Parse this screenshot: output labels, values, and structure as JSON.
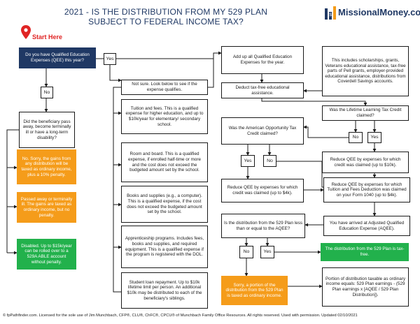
{
  "header": {
    "title_line1": "2021 - IS THE DISTRIBUTION FROM MY 529 PLAN",
    "title_line2": "SUBJECT TO FEDERAL INCOME TAX?",
    "logo_text": "MissionalMoney",
    "logo_suffix": ".com"
  },
  "start_label": "Start Here",
  "nodes": {
    "qee": "Do you have Qualified Education Expenses (QEE) this year?",
    "yes1": "Yes",
    "no1": "No",
    "not_sure": "Not sure.  Look below to see if the expense qualifies.",
    "tuition": "Tuition and fees.  This is a qualified expense for higher education, and up to $10k/year for elementary/ secondary school.",
    "room": "Room and board.  This is a qualified expense, if enrolled half-time or more and the cost does not exceed the budgeted amount set by the school.",
    "books": "Books and supplies (e.g., a computer).  This is a qualified expense, if the cost does not exceed the budgeted amount set by the school.",
    "apprentice": "Apprenticeship programs. Includes fees, books and supplies, and required equipment. This is a qualified expense if the program is registered with the DOL.",
    "loan": "Student loan repayment.  Up to $10k lifetime limit per person.  An additional $10k may be distributed to each of the beneficiary's siblings.",
    "died": "Did the beneficiary pass away, become terminally ill or have a long-term disability?",
    "no_sorry": "No.  Sorry, the gains from any distribution will be taxed as ordinary income, plus a 10% penalty.",
    "passed": "Passed away or terminally ill.  The gains are taxed as ordinary income, but no penalty.",
    "disabled": "Disabled.  Up to $15k/year can be rolled over to a 529A ABLE account without penalty.",
    "add_up": "Add up all Qualified Education Expenses for the year.",
    "deduct": "Deduct tax-free educational assistance.",
    "includes": "This includes scholarships, grants, Veterans educational assistance, tax-free parts of Pell grants, employer-provided educational assistance, distributions from Coverdell Savings accounts.",
    "llc_q": "Was the Lifetime Learning Tax Credit claimed?",
    "llc_no": "No",
    "llc_yes": "Yes",
    "aotc_q": "Was the American Opportunity Tax Credit claimed?",
    "aotc_yes": "Yes",
    "aotc_no": "No",
    "reduce_10k": "Reduce QEE by expenses for which credit was claimed (up to $10k).",
    "reduce_4k": "Reduce QEE by expenses for which credit was claimed (up to $4k).",
    "tuition_ded": "Reduce QEE by expenses for which Tuition and Fees Deduction was claimed on your Form 1040 (up to $4k).",
    "aqee": "You have arrived at Adjusted Qualified Education Expense (AQEE).",
    "less_q": "Is the distribution from the 529 Plan less than or equal to the AQEE?",
    "less_no": "No",
    "less_yes": "Yes",
    "tax_free": "The distribution from the 529 Plan is tax-free.",
    "sorry_portion": "Sorry, a portion of the distribution from the 529 Plan is taxed as ordinary income.",
    "portion": "Portion of distribution taxable as ordinary income equals: 529 Plan earnings - (529 Plan earnings x [AQEE / 529 Plan Distribution])."
  },
  "footer": "© fpPathfinder.com. Licensed for the sole use of Jim Munchbach, CFP®, CLU®, ChFC®, CPCU® of Munchbach Family Office Resources. All rights reserved. Used with permission. Updated 02/10/2021",
  "colors": {
    "navy": "#1f3864",
    "orange": "#f59c1a",
    "green": "#22b14c",
    "red": "#e02424"
  },
  "icons": [
    "map-pin-icon",
    "logo-mark-icon"
  ]
}
